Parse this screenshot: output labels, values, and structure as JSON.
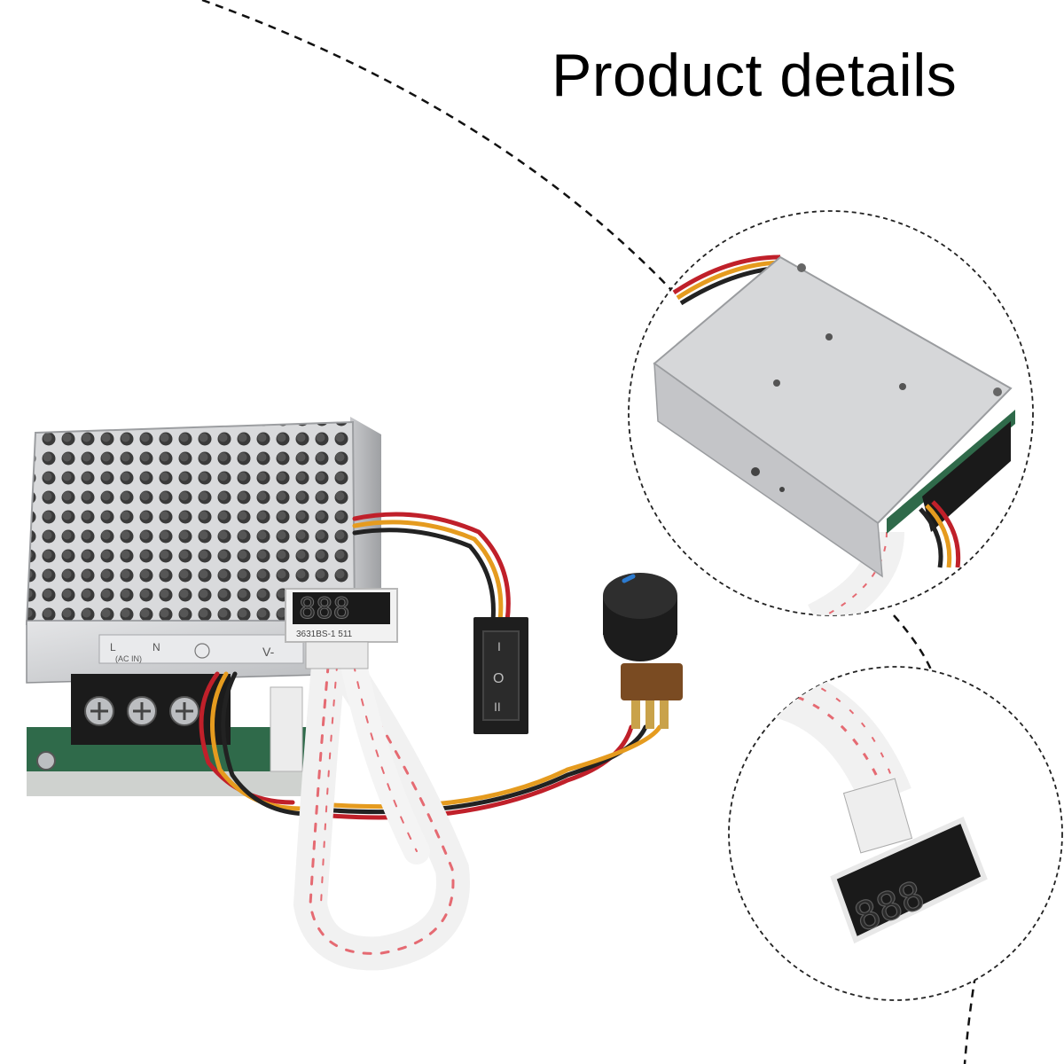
{
  "title": "Product details",
  "module": {
    "terminal_labels": [
      "L",
      "N",
      "(AC IN)",
      "V-"
    ],
    "display_part_number": "3631BS-1 511",
    "display_digits": "888"
  },
  "switch": {
    "symbols": [
      "I",
      "O",
      "II"
    ]
  },
  "detail_views": [
    {
      "icon": "controller-back-view-icon"
    },
    {
      "icon": "led-display-closeup-icon"
    }
  ]
}
